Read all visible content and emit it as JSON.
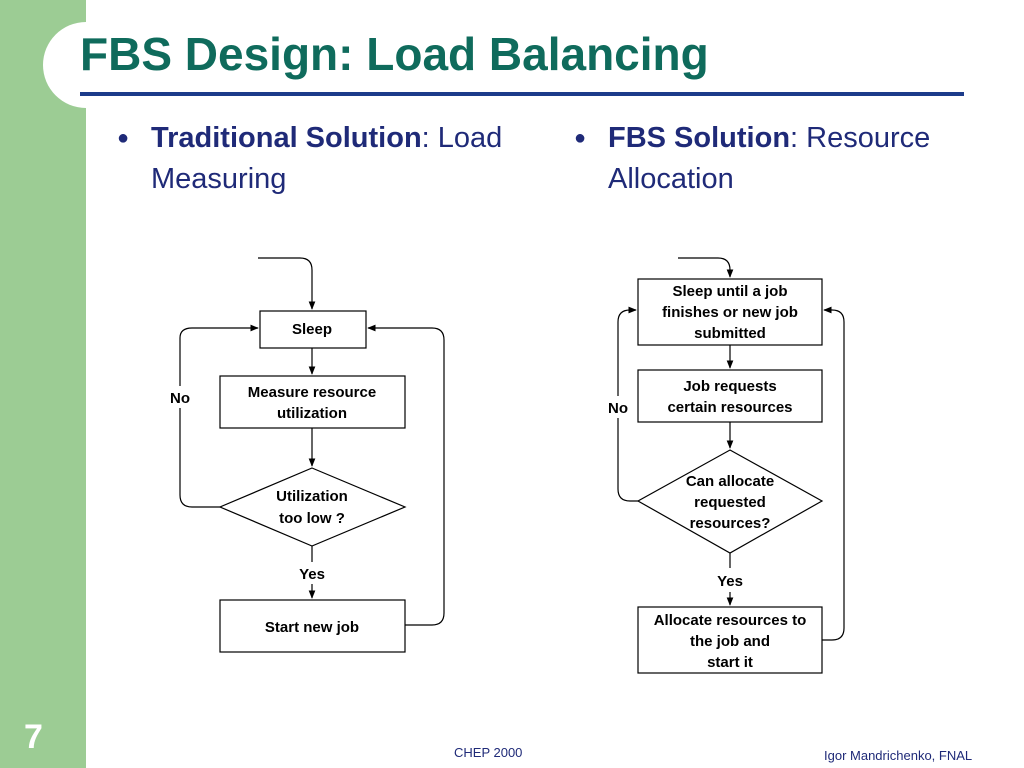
{
  "slide": {
    "title": "FBS Design: Load Balancing",
    "number": "7",
    "footer_center": "CHEP 2000",
    "footer_right": "Igor Mandrichenko, FNAL"
  },
  "bullets": [
    {
      "bold": "Traditional Solution",
      "rest": ": Load Measuring"
    },
    {
      "bold": "FBS Solution",
      "rest": ": Resource Allocation"
    }
  ],
  "left_flow": {
    "sleep": "Sleep",
    "measure": [
      "Measure resource",
      "utilization"
    ],
    "decision": [
      "Utilization",
      "too low ?"
    ],
    "no": "No",
    "yes": "Yes",
    "start": "Start new job"
  },
  "right_flow": {
    "sleep": [
      "Sleep until a job",
      "finishes or new job",
      "submitted"
    ],
    "request": [
      "Job requests",
      "certain resources"
    ],
    "decision": [
      "Can allocate",
      "requested",
      "resources?"
    ],
    "no": "No",
    "yes": "Yes",
    "allocate": [
      "Allocate resources to",
      "the job and",
      "start it"
    ]
  },
  "colors": {
    "sidebar": "#9ccc94",
    "title": "#0f6b5c",
    "rule": "#1c3b8a",
    "body_text": "#1f2a78"
  }
}
